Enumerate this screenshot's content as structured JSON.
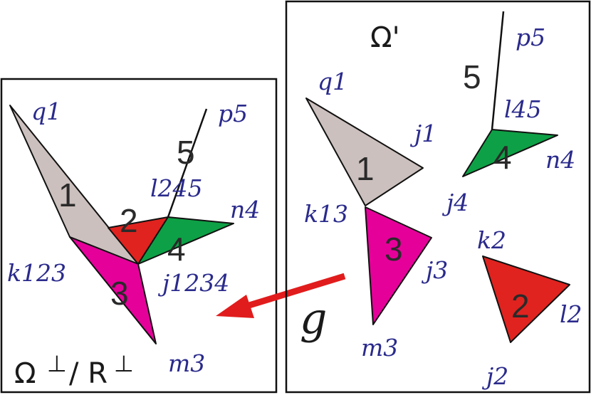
{
  "colors": {
    "piece1": "#cbc0bd",
    "piece2": "#e0231f",
    "piece3": "#e6009a",
    "piece4": "#0ea046",
    "arrow": "#e11c1c",
    "label_text": "#2a2a8c"
  },
  "left_panel": {
    "title_omega": "Ω",
    "title_perp1": "⊥",
    "title_slash": "/ R",
    "title_perp2": "⊥",
    "pieces": {
      "p1": "1",
      "p2": "2",
      "p3": "3",
      "p4": "4",
      "p5": "5"
    },
    "vertices": {
      "q1": "q1",
      "p5": "p5",
      "l245": "l245",
      "n4": "n4",
      "k123": "k123",
      "j1234": "j1234",
      "m3": "m3"
    }
  },
  "right_panel": {
    "title": "Ω'",
    "pieces": {
      "p1": "1",
      "p2": "2",
      "p3": "3",
      "p4": "4",
      "p5": "5"
    },
    "vertices": {
      "q1": "q1",
      "j1": "j1",
      "p5": "p5",
      "l45": "l45",
      "n4": "n4",
      "j4": "j4",
      "k13": "k13",
      "j3": "j3",
      "m3": "m3",
      "k2": "k2",
      "l2": "l2",
      "j2": "j2"
    }
  },
  "map_symbol": "g"
}
